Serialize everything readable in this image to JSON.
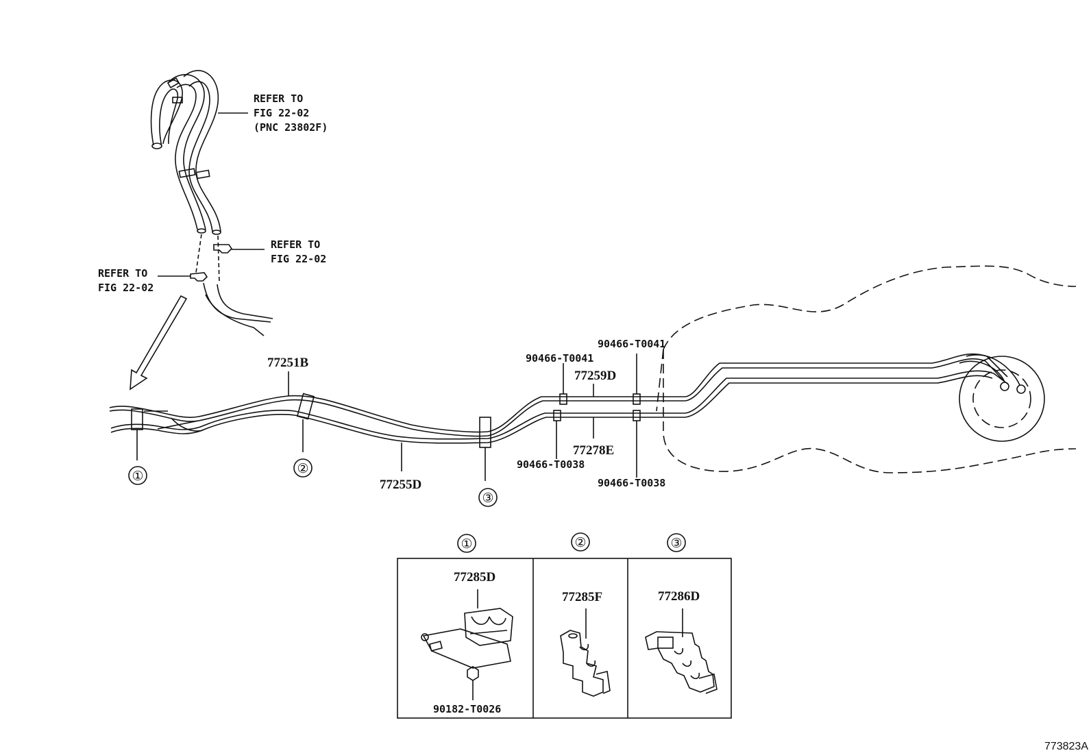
{
  "refer_top": {
    "line1": "REFER TO",
    "line2": "FIG 22-02",
    "line3": "(PNC 23802F)"
  },
  "refer_mid": {
    "line1": "REFER TO",
    "line2": "FIG 22-02"
  },
  "refer_left": {
    "line1": "REFER TO",
    "line2": "FIG 22-02"
  },
  "parts": {
    "p77251B": "77251B",
    "p77255D": "77255D",
    "p77259D": "77259D",
    "p77278E": "77278E",
    "p90466_T0041_a": "90466-T0041",
    "p90466_T0041_b": "90466-T0041",
    "p90466_T0038_a": "90466-T0038",
    "p90466_T0038_b": "90466-T0038"
  },
  "callouts": {
    "c1": "①",
    "c2": "②",
    "c3": "③"
  },
  "detail": {
    "h1": "①",
    "h2": "②",
    "h3": "③",
    "p77285D": "77285D",
    "p90182": "90182-T0026",
    "p77285F": "77285F",
    "p77286D": "77286D"
  },
  "figure_id": "773823A"
}
